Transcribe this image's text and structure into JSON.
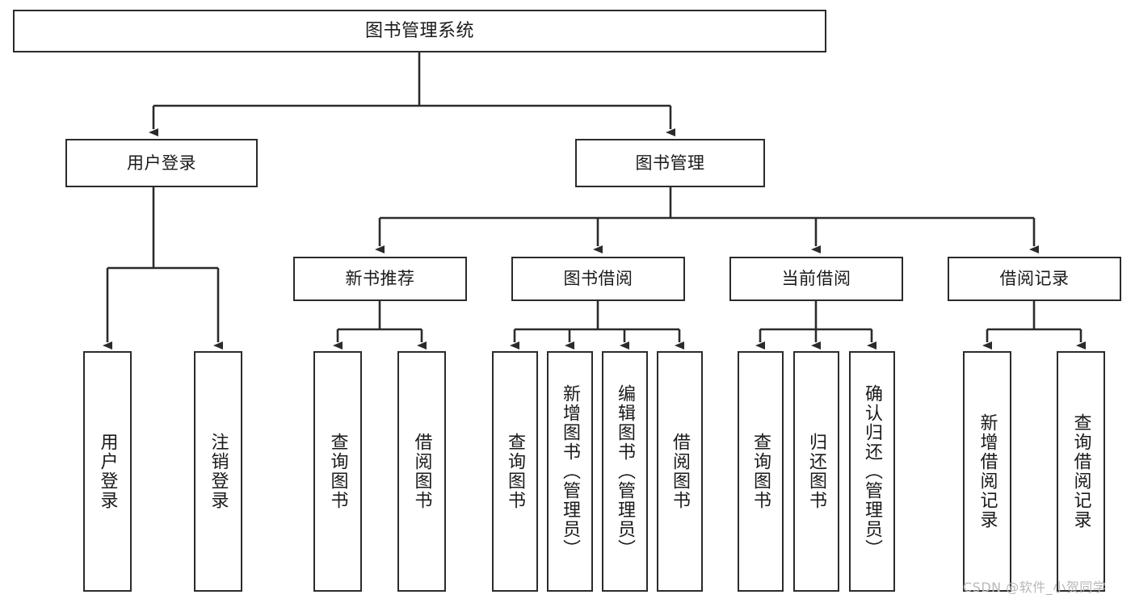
{
  "diagram": {
    "title": "图书管理系统",
    "watermark": "CSDN @软件_小贺同学",
    "colors": {
      "stroke": "#2b2b2b",
      "fill": "#ffffff",
      "text": "#1a1a1a",
      "watermark": "#b8b8b8"
    },
    "root": {
      "label": "图书管理系统"
    },
    "level1": [
      {
        "label": "用户登录"
      },
      {
        "label": "图书管理"
      }
    ],
    "level2": [
      {
        "label": "新书推荐"
      },
      {
        "label": "图书借阅"
      },
      {
        "label": "当前借阅"
      },
      {
        "label": "借阅记录"
      }
    ],
    "leaves": {
      "user_login": [
        {
          "label": "用户登录"
        },
        {
          "label": "注销登录"
        }
      ],
      "new_book_recommend": [
        {
          "label": "查询图书"
        },
        {
          "label": "借阅图书"
        }
      ],
      "book_borrow": [
        {
          "label": "查询图书"
        },
        {
          "label": "新增图书（管理员）"
        },
        {
          "label": "编辑图书（管理员）"
        },
        {
          "label": "借阅图书"
        }
      ],
      "current_borrow": [
        {
          "label": "查询图书"
        },
        {
          "label": "归还图书"
        },
        {
          "label": "确认归还（管理员）"
        }
      ],
      "borrow_record": [
        {
          "label": "新增借阅记录"
        },
        {
          "label": "查询借阅记录"
        }
      ]
    }
  }
}
